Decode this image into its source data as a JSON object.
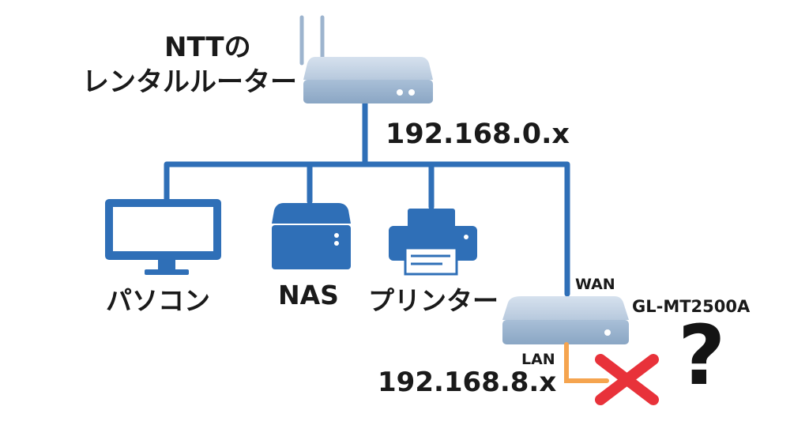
{
  "main_router": {
    "line1": "NTTの",
    "line2": "レンタルルーター",
    "subnet": "192.168.0.x"
  },
  "devices": {
    "pc": "パソコン",
    "nas": "NAS",
    "printer": "プリンター"
  },
  "travel_router": {
    "model": "GL-MT2500A",
    "wan": "WAN",
    "lan": "LAN",
    "subnet": "192.168.8.x"
  },
  "status": {
    "question": "?"
  },
  "colors": {
    "line_blue": "#2F6FB7",
    "device_blue": "#2F6FB7",
    "router_gray": "#9DB4CE",
    "lan_cable": "#F5A44F",
    "cross_red": "#E8323A"
  },
  "icons": [
    "antenna-icon",
    "router-icon",
    "monitor-icon",
    "nas-icon",
    "printer-icon",
    "cross-icon",
    "question-icon"
  ]
}
